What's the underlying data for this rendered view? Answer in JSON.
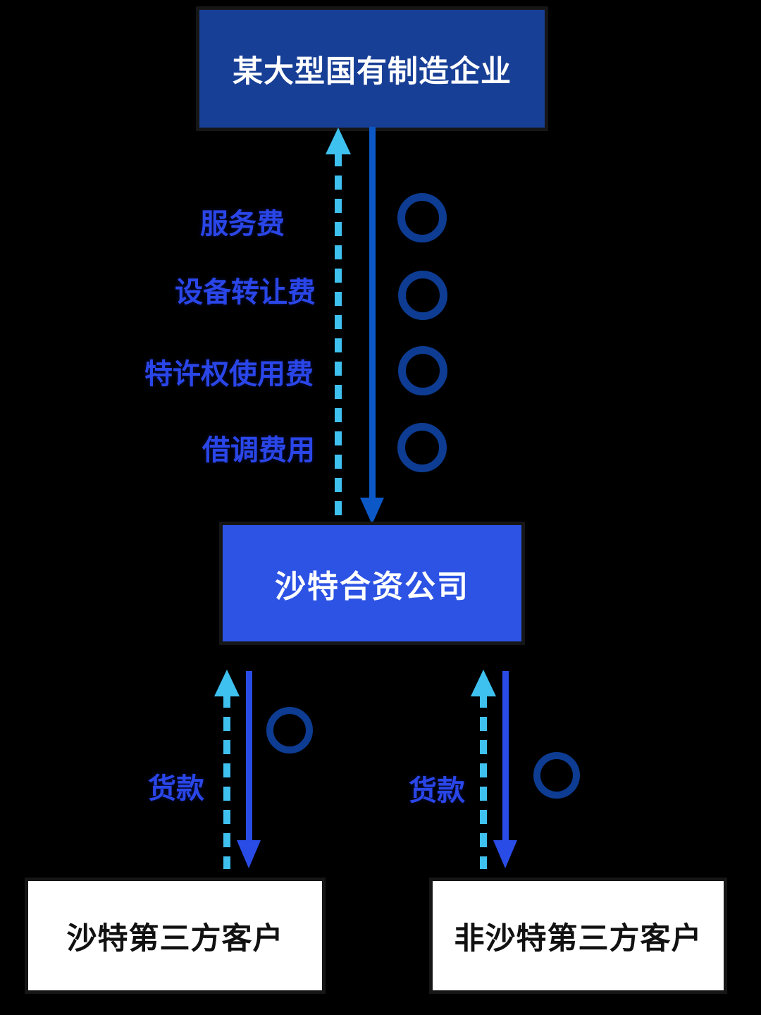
{
  "diagram": {
    "nodes": {
      "parent": {
        "label": "某大型国有制造企业"
      },
      "joint_venture": {
        "label": "沙特合资公司"
      },
      "saudi_customer": {
        "label": "沙特第三方客户"
      },
      "non_saudi_customer": {
        "label": "非沙特第三方客户"
      }
    },
    "fee_labels": [
      {
        "label": "服务费"
      },
      {
        "label": "设备转让费"
      },
      {
        "label": "特许权使用费"
      },
      {
        "label": "借调费用"
      }
    ],
    "payment_labels": {
      "left": "货款",
      "right": "货款"
    },
    "markers": {
      "upper_circle_count": 4,
      "lower_left_circle_count": 1,
      "lower_right_circle_count": 1
    },
    "colors": {
      "background": "#000000",
      "parent_box_bg": "#183f96",
      "jv_box_bg": "#2c53e4",
      "customer_box_bg": "#ffffff",
      "box_text_light": "#ffffff",
      "box_text_dark": "#111111",
      "dashed_arrow": "#3fc1f0",
      "solid_arrow_upper": "#0c58c6",
      "solid_arrow_lower": "#2a4ce6",
      "circle_ring": "#0d3c92",
      "fee_label_text": "#2a46e8"
    }
  }
}
